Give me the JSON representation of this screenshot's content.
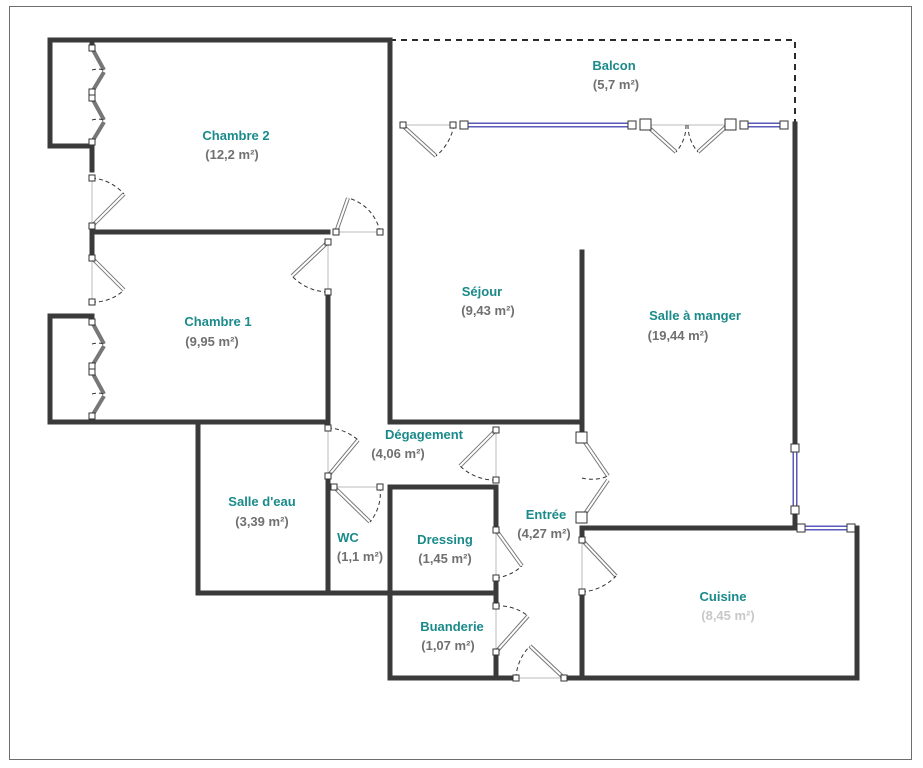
{
  "rooms": {
    "balcon": {
      "name": "Balcon",
      "area": "(5,7 m²)"
    },
    "chambre2": {
      "name": "Chambre 2",
      "area": "(12,2 m²)"
    },
    "chambre1": {
      "name": "Chambre 1",
      "area": "(9,95 m²)"
    },
    "sejour": {
      "name": "Séjour",
      "area": "(9,43 m²)"
    },
    "salle_a_manger": {
      "name": "Salle à manger",
      "area": "(19,44 m²)"
    },
    "degagement": {
      "name": "Dégagement",
      "area": "(4,06 m²)"
    },
    "salle_deau": {
      "name": "Salle d'eau",
      "area": "(3,39 m²)"
    },
    "wc": {
      "name": "WC",
      "area": "(1,1 m²)"
    },
    "dressing": {
      "name": "Dressing",
      "area": "(1,45 m²)"
    },
    "entree": {
      "name": "Entrée",
      "area": "(4,27 m²)"
    },
    "buanderie": {
      "name": "Buanderie",
      "area": "(1,07 m²)"
    },
    "cuisine": {
      "name": "Cuisine",
      "area": "(8,45 m²)"
    }
  },
  "colors": {
    "room_label": "#1a8a8a",
    "area_label": "#707070",
    "wall": "#3a3a3a",
    "window": "#5a5ab8"
  }
}
